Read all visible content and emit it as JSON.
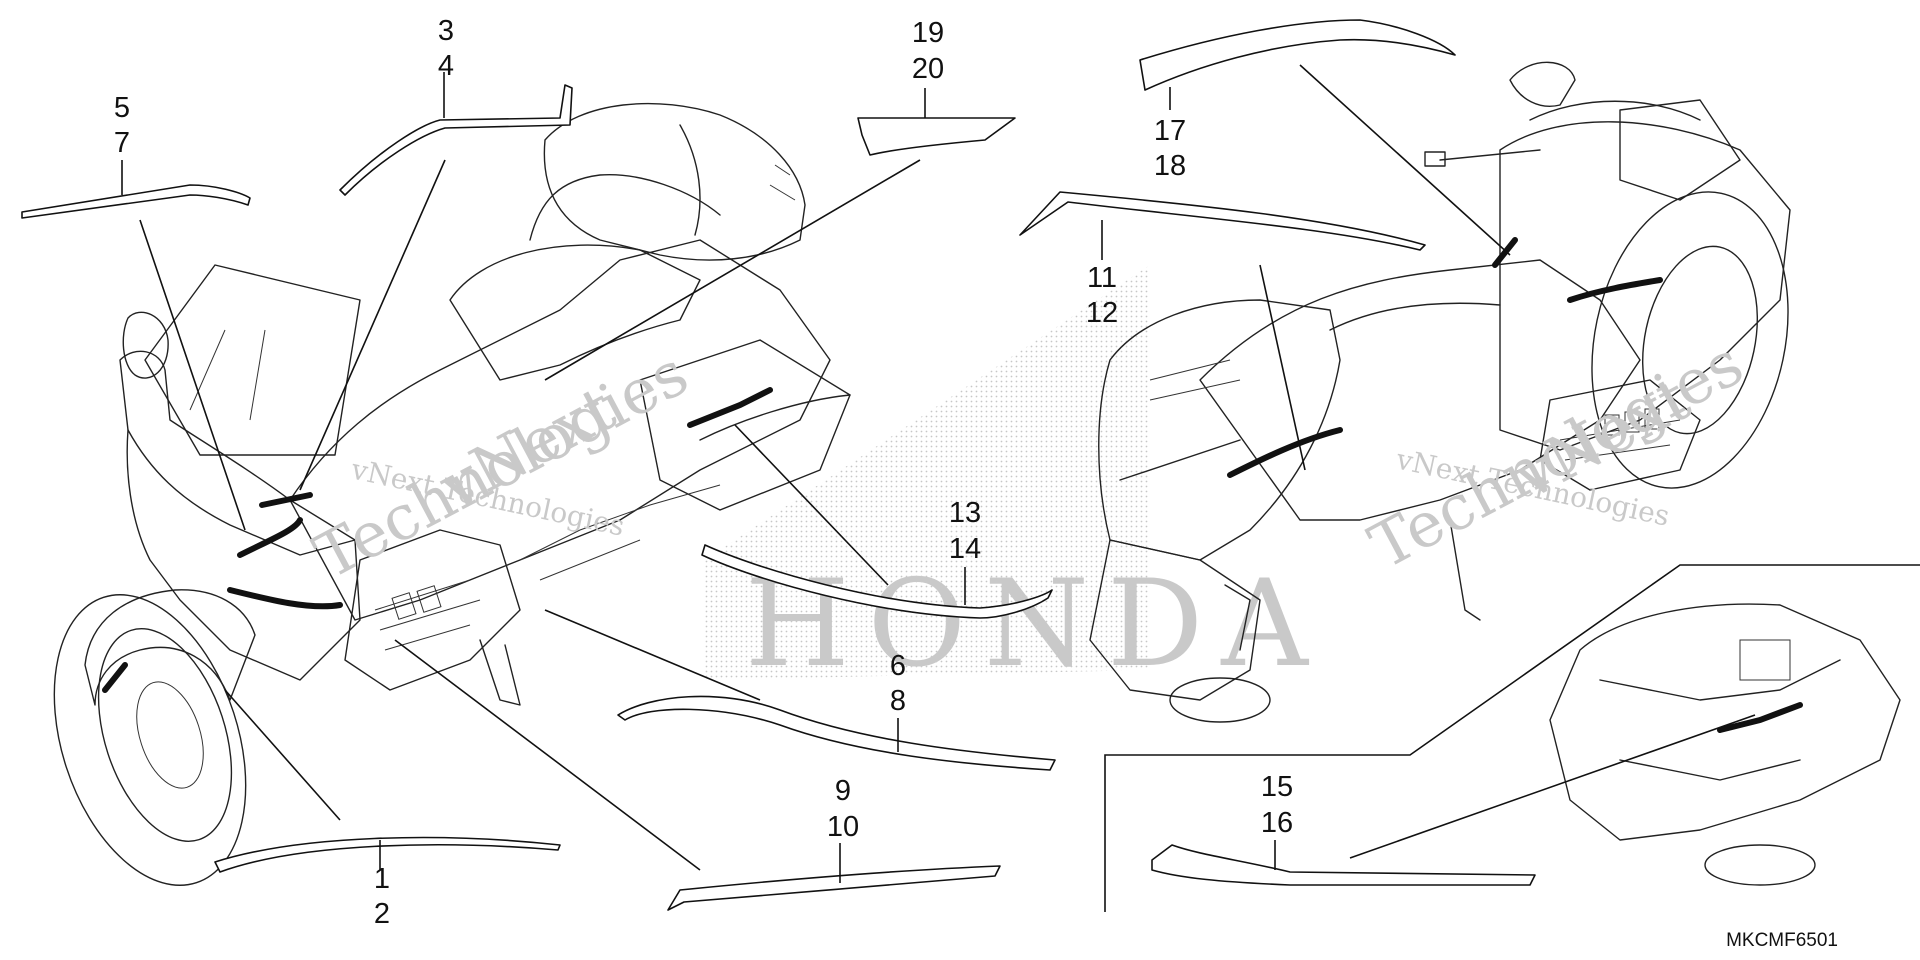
{
  "callouts": [
    {
      "id": "c1",
      "top": "1",
      "bottom": "2"
    },
    {
      "id": "c3",
      "top": "3",
      "bottom": "4"
    },
    {
      "id": "c5",
      "top": "5",
      "bottom": "7"
    },
    {
      "id": "c6",
      "top": "6",
      "bottom": "8"
    },
    {
      "id": "c9",
      "top": "9",
      "bottom": "10"
    },
    {
      "id": "c11",
      "top": "11",
      "bottom": "12"
    },
    {
      "id": "c13",
      "top": "13",
      "bottom": "14"
    },
    {
      "id": "c15",
      "top": "15",
      "bottom": "16"
    },
    {
      "id": "c17",
      "top": "17",
      "bottom": "18"
    },
    {
      "id": "c19",
      "top": "19",
      "bottom": "20"
    }
  ],
  "watermarks": {
    "left_line1": "vNext",
    "left_line2": "Technologies",
    "left_overlay": "vNext Technologies",
    "right_line1": "vNext",
    "right_line2": "Technologies",
    "right_overlay": "vNext Technologies",
    "center_brand": "HONDA"
  },
  "diagram_code": "MKCMF6501",
  "colors": {
    "ink": "#111111",
    "watermark": "#c9c9c9",
    "paper": "#ffffff"
  }
}
